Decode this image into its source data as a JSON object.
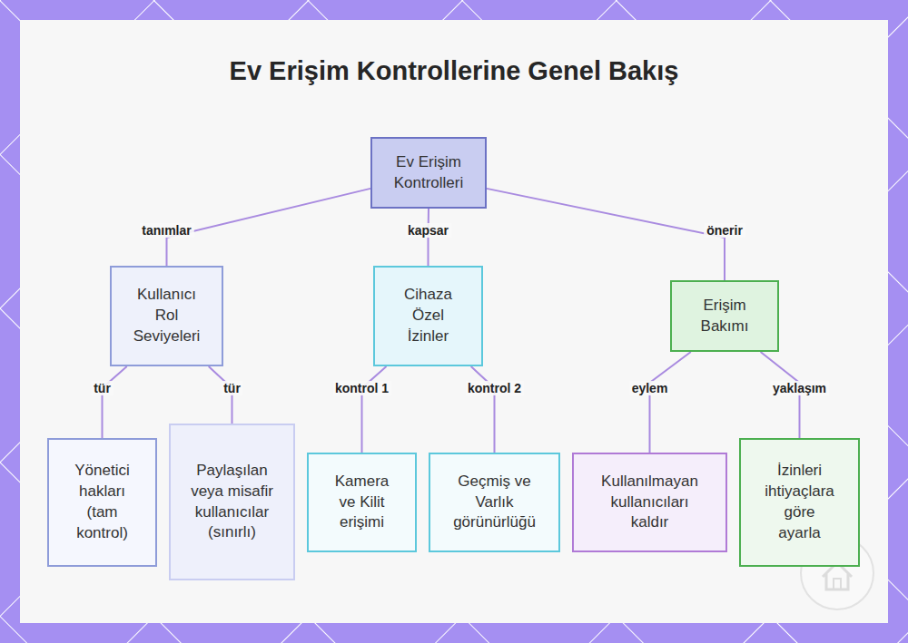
{
  "diagram": {
    "title": "Ev Erişim Kontrollerine Genel Bakış",
    "nodes": [
      {
        "text": [
          "Ev Erişim Kontrolleri"
        ]
      },
      {
        "text": [
          "Kullanıcı Rol Seviyeleri"
        ]
      },
      {
        "text": [
          "Cihaza Özel İzinler"
        ]
      },
      {
        "text": [
          "Erişim Bakımı"
        ]
      },
      {
        "text": [
          "Yönetici hakları (tam kontrol)"
        ]
      },
      {
        "text": [
          "Paylaşılan veya misafir kullanıcılar (sınırlı)"
        ]
      },
      {
        "text": [
          "Kamera ve Kilit erişimi"
        ]
      },
      {
        "text": [
          "Geçmiş ve Varlık görünürlüğü"
        ]
      },
      {
        "text": [
          "Kullanılmayan kullanıcıları kaldır"
        ]
      },
      {
        "text": [
          "İzinleri ihtiyaçlara göre ayarla"
        ]
      }
    ],
    "edges": [
      {
        "from": 0,
        "to": 1,
        "label": "tanımlar",
        "arrow": "none"
      },
      {
        "from": 0,
        "to": 2,
        "label": "kapsar",
        "arrow": "none"
      },
      {
        "from": 0,
        "to": 3,
        "label": "önerir",
        "arrow": "none"
      },
      {
        "from": 1,
        "to": 4,
        "label": "tür",
        "arrow": "none"
      },
      {
        "from": 1,
        "to": 5,
        "label": "tür",
        "arrow": "none"
      },
      {
        "from": 2,
        "to": 6,
        "label": "kontrol 1",
        "arrow": "none"
      },
      {
        "from": 2,
        "to": 7,
        "label": "kontrol 2",
        "arrow": "none"
      },
      {
        "from": 3,
        "to": 8,
        "label": "eylem",
        "arrow": "none"
      },
      {
        "from": 3,
        "to": 9,
        "label": "yaklaşım",
        "arrow": "none"
      }
    ]
  }
}
